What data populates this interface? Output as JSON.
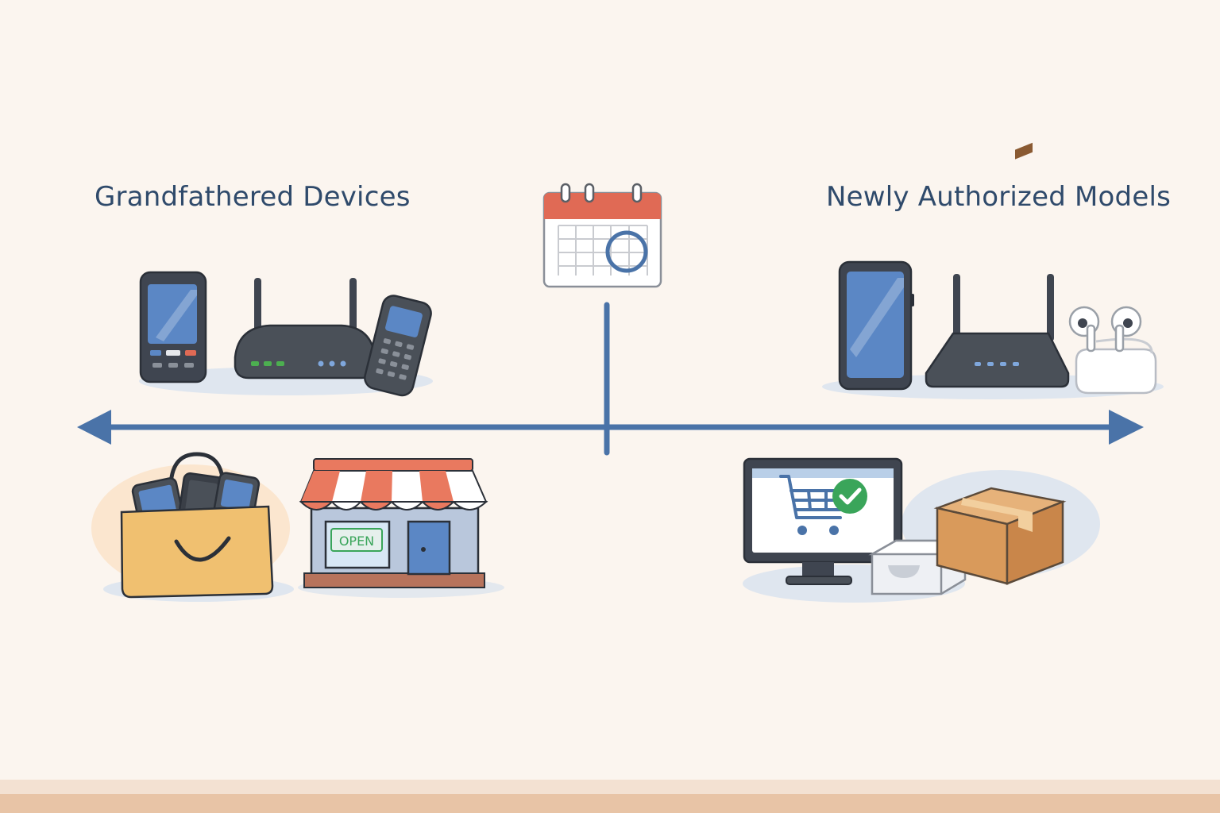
{
  "headings": {
    "left": "Grandfathered Devices",
    "right": "Newly Authorized Models"
  },
  "store": {
    "sign": "OPEN"
  },
  "colors": {
    "background": "#fbf5ef",
    "axis": "#4a73a8",
    "heading": "#2f4a6b",
    "calendar_header": "#e06a55",
    "screen": "#5b87c5",
    "device_dark": "#3f4550",
    "success": "#3aa55a",
    "floor": "#e8c4a6"
  },
  "icons": [
    "calendar-icon",
    "smartphone-icon",
    "router-icon",
    "cordless-phone-icon",
    "shopping-bag-icon",
    "storefront-icon",
    "tablet-icon",
    "earbuds-icon",
    "computer-cart-icon",
    "checkmark-icon",
    "device-box-icon",
    "cardboard-box-icon"
  ]
}
